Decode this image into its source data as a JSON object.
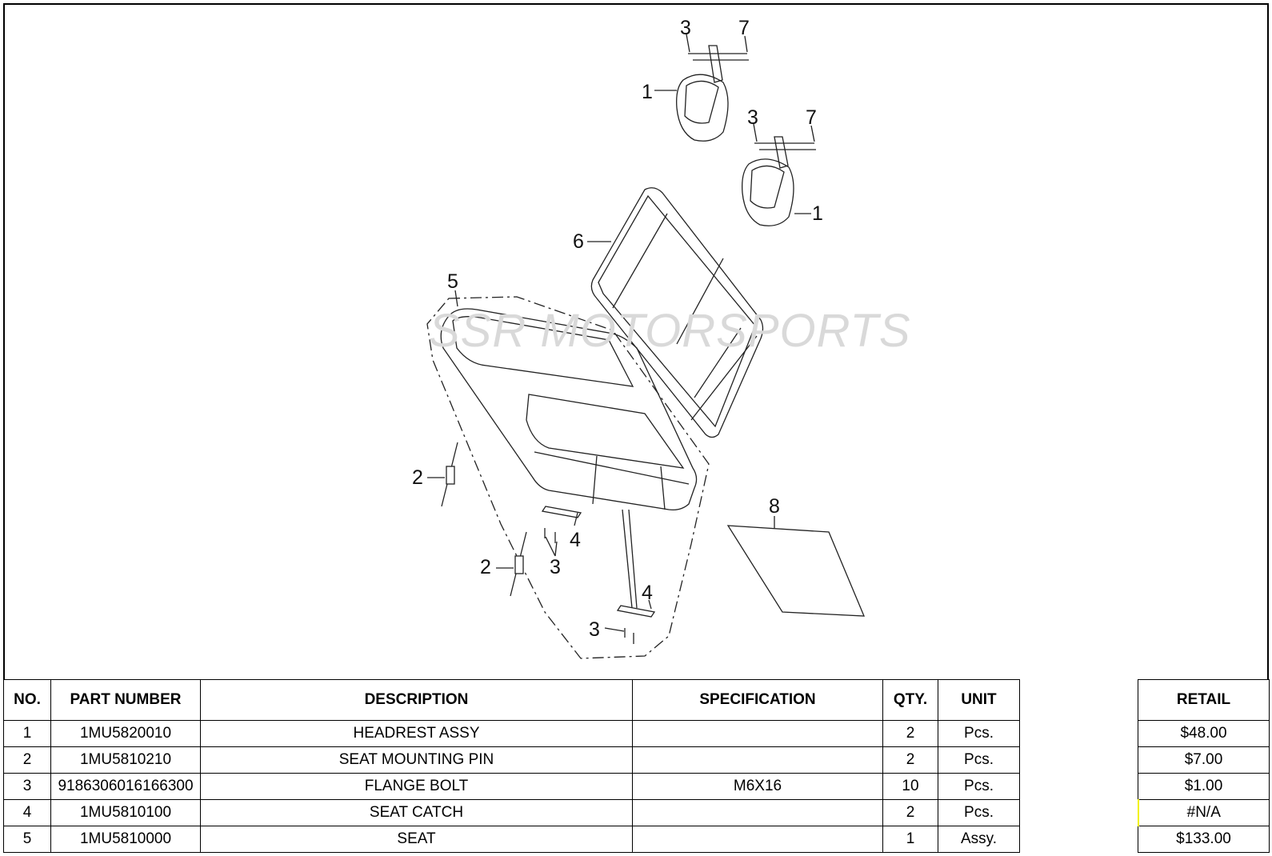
{
  "watermark": "SSR MOTORSPORTS",
  "callouts": {
    "c1": "1",
    "c2": "2",
    "c3": "3",
    "c4": "4",
    "c5": "5",
    "c6": "6",
    "c7": "7",
    "c8": "8"
  },
  "table": {
    "headers": {
      "no": "NO.",
      "part_number": "PART NUMBER",
      "description": "DESCRIPTION",
      "specification": "SPECIFICATION",
      "qty": "QTY.",
      "unit": "UNIT",
      "blank": "",
      "retail": "RETAIL"
    },
    "rows": [
      {
        "no": "1",
        "part_number": "1MU5820010",
        "description": "HEADREST ASSY",
        "specification": "",
        "qty": "2",
        "unit": "Pcs.",
        "retail": "$48.00"
      },
      {
        "no": "2",
        "part_number": "1MU5810210",
        "description": "SEAT MOUNTING PIN",
        "specification": "",
        "qty": "2",
        "unit": "Pcs.",
        "retail": "$7.00"
      },
      {
        "no": "3",
        "part_number": "9186306016166300",
        "description": "FLANGE BOLT",
        "specification": "M6X16",
        "qty": "10",
        "unit": "Pcs.",
        "retail": "$1.00"
      },
      {
        "no": "4",
        "part_number": "1MU5810100",
        "description": "SEAT CATCH",
        "specification": "",
        "qty": "2",
        "unit": "Pcs.",
        "retail": "#N/A"
      },
      {
        "no": "5",
        "part_number": "1MU5810000",
        "description": "SEAT",
        "specification": "",
        "qty": "1",
        "unit": "Assy.",
        "retail": "$133.00"
      }
    ]
  }
}
